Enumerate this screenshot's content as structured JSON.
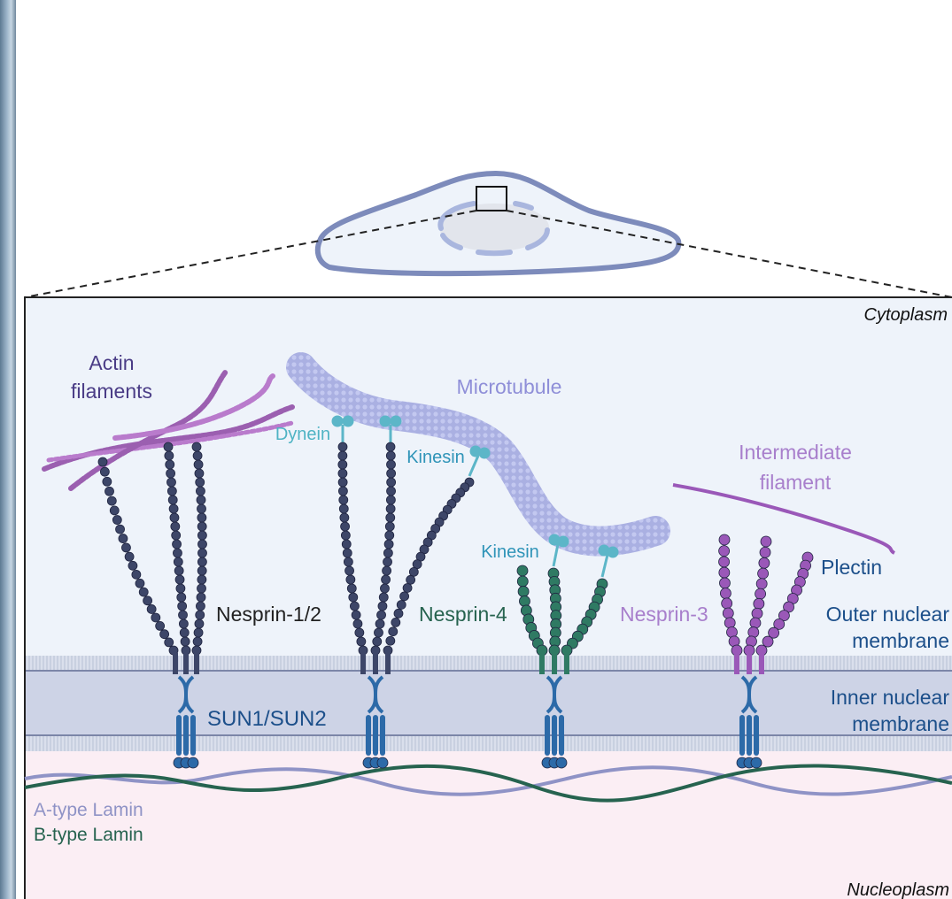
{
  "labels": {
    "cytoplasm": "Cytoplasm",
    "nucleoplasm": "Nucleoplasm",
    "actin_line1": "Actin",
    "actin_line2": "filaments",
    "microtubule": "Microtubule",
    "dynein": "Dynein",
    "kinesin_top": "Kinesin",
    "kinesin_bottom": "Kinesin",
    "intermediate_line1": "Intermediate",
    "intermediate_line2": "filament",
    "plectin": "Plectin",
    "nesprin_12": "Nesprin-1/2",
    "nesprin_4": "Nesprin-4",
    "nesprin_3": "Nesprin-3",
    "outer_membrane_line1": "Outer nuclear",
    "outer_membrane_line2": "membrane",
    "inner_membrane_line1": "Inner nuclear",
    "inner_membrane_line2": "membrane",
    "sun": "SUN1/SUN2",
    "a_lamin": "A-type Lamin",
    "b_lamin": "B-type Lamin"
  },
  "colors": {
    "cytoplasm_bg": "#eef3fa",
    "inner_membrane_band": "#cdd3e6",
    "nucleoplasm_bg": "#fbeef4",
    "cell_outline": "#7d8bbb",
    "actin": "#9b5fb0",
    "actin_label": "#4a3c86",
    "microtubule": "#a9afe0",
    "microtubule_label": "#8f8fd8",
    "motor": "#5cb6c8",
    "nesprin_12": "#3d4668",
    "nesprin_4": "#2f7a63",
    "nesprin_3": "#9a58b8",
    "sun": "#2c6aa8",
    "a_lamin": "#8f93c6",
    "b_lamin": "#26634f",
    "membrane_text": "#1c4f8a"
  }
}
